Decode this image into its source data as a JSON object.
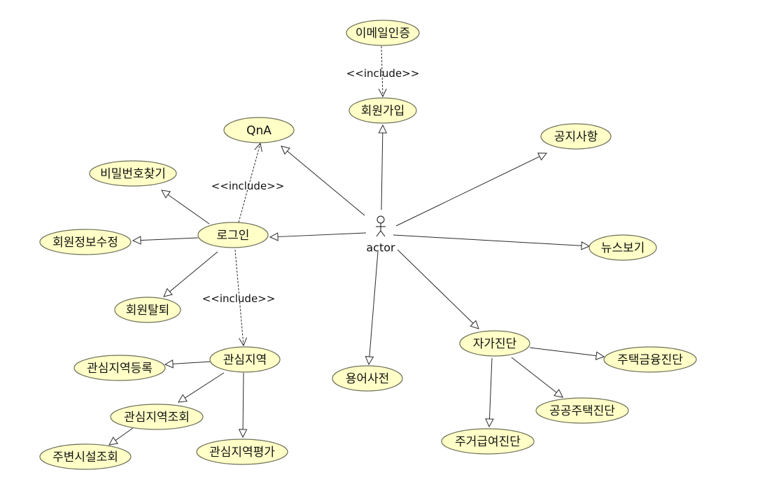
{
  "actor": {
    "label": "actor"
  },
  "use_cases": [
    {
      "id": "email",
      "label": "이메일인증"
    },
    {
      "id": "join",
      "label": "회원가입"
    },
    {
      "id": "qna",
      "label": "QnA"
    },
    {
      "id": "notice",
      "label": "공지사항"
    },
    {
      "id": "findpw",
      "label": "비밀번호찾기"
    },
    {
      "id": "login",
      "label": "로그인"
    },
    {
      "id": "editinfo",
      "label": "회원정보수정"
    },
    {
      "id": "news",
      "label": "뉴스보기"
    },
    {
      "id": "withdraw",
      "label": "회원탈퇴"
    },
    {
      "id": "interest",
      "label": "관심지역"
    },
    {
      "id": "selfdiag",
      "label": "자가진단"
    },
    {
      "id": "housefin",
      "label": "주택금융진단"
    },
    {
      "id": "regint",
      "label": "관심지역등록"
    },
    {
      "id": "dict",
      "label": "용어사전"
    },
    {
      "id": "queryint",
      "label": "관심지역조회"
    },
    {
      "id": "publichouse",
      "label": "공공주택진단"
    },
    {
      "id": "housingaid",
      "label": "주거급여진단"
    },
    {
      "id": "nearby",
      "label": "주변시설조회"
    },
    {
      "id": "evalint",
      "label": "관심지역평가"
    }
  ],
  "relations": [
    {
      "from": "actor",
      "to": "join",
      "kind": "association"
    },
    {
      "from": "actor",
      "to": "qna",
      "kind": "association"
    },
    {
      "from": "actor",
      "to": "notice",
      "kind": "association"
    },
    {
      "from": "actor",
      "to": "login",
      "kind": "association"
    },
    {
      "from": "actor",
      "to": "news",
      "kind": "association"
    },
    {
      "from": "actor",
      "to": "dict",
      "kind": "association"
    },
    {
      "from": "actor",
      "to": "selfdiag",
      "kind": "association"
    },
    {
      "from": "login",
      "to": "findpw",
      "kind": "association"
    },
    {
      "from": "login",
      "to": "editinfo",
      "kind": "association"
    },
    {
      "from": "login",
      "to": "withdraw",
      "kind": "association"
    },
    {
      "from": "interest",
      "to": "regint",
      "kind": "association"
    },
    {
      "from": "interest",
      "to": "queryint",
      "kind": "association"
    },
    {
      "from": "interest",
      "to": "evalint",
      "kind": "association"
    },
    {
      "from": "queryint",
      "to": "nearby",
      "kind": "association"
    },
    {
      "from": "selfdiag",
      "to": "housefin",
      "kind": "association"
    },
    {
      "from": "selfdiag",
      "to": "publichouse",
      "kind": "association"
    },
    {
      "from": "selfdiag",
      "to": "housingaid",
      "kind": "association"
    },
    {
      "from": "email",
      "to": "join",
      "kind": "include",
      "label": "<<include>>"
    },
    {
      "from": "login",
      "to": "qna",
      "kind": "include",
      "label": "<<include>>"
    },
    {
      "from": "login",
      "to": "interest",
      "kind": "include",
      "label": "<<include>>"
    }
  ]
}
